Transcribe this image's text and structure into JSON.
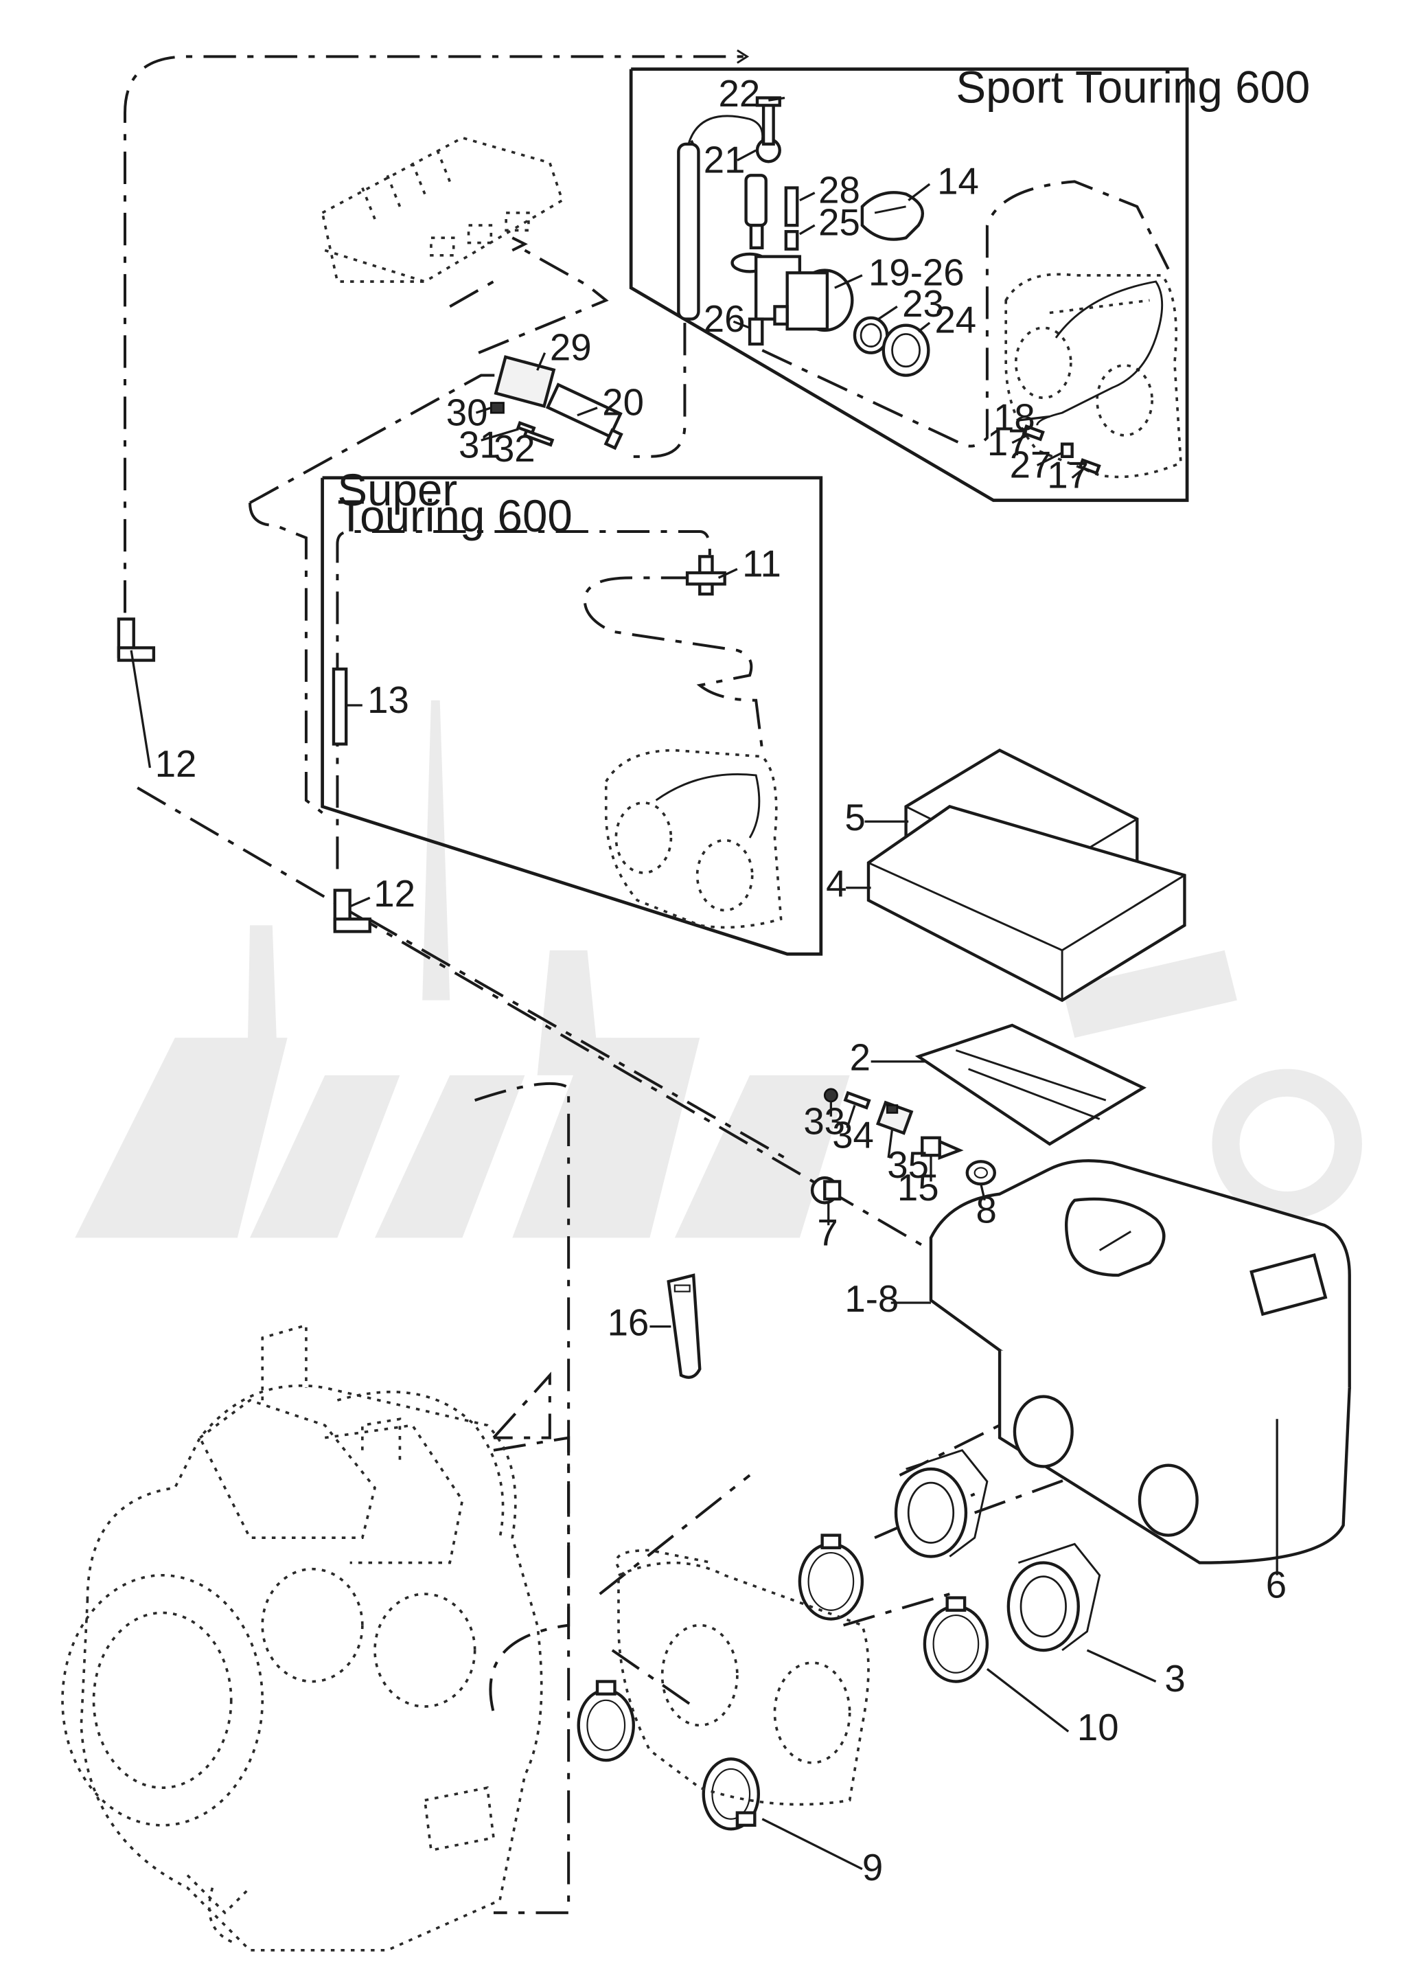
{
  "boxes": {
    "sport_touring": {
      "title": "Sport Touring 600"
    },
    "super_touring": {
      "title_line1": "Super",
      "title_line2": "Touring 600"
    }
  },
  "callouts": {
    "c22": "22",
    "c21": "21",
    "c28": "28",
    "c14": "14",
    "c25": "25",
    "c19_26": "19-26",
    "c23": "23",
    "c24": "24",
    "c26": "26",
    "c18": "18",
    "c17a": "17",
    "c27": "27",
    "c17b": "17",
    "c29": "29",
    "c30": "30",
    "c20": "20",
    "c31": "31",
    "c32": "32",
    "c11": "11",
    "c13": "13",
    "c12a": "12",
    "c12b": "12",
    "c5": "5",
    "c4": "4",
    "c2": "2",
    "c33": "33",
    "c34": "34",
    "c35": "35",
    "c15": "15",
    "c8": "8",
    "c7": "7",
    "c1_8": "1-8",
    "c16": "16",
    "c6": "6",
    "c3": "3",
    "c10": "10",
    "c9": "9"
  }
}
